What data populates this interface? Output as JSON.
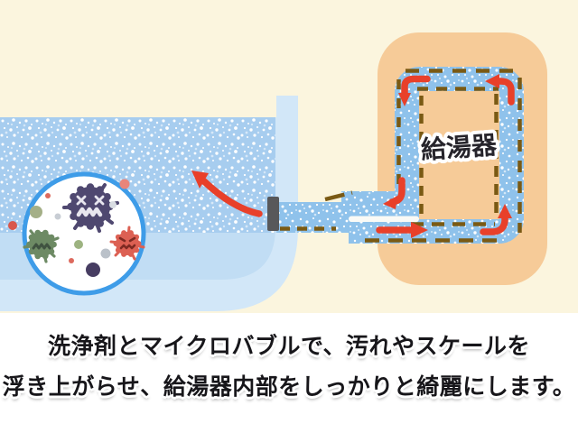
{
  "scene": {
    "heater_label": "給湯器",
    "caption": {
      "line1": "洗浄剤とマイクロバブルで、汚れやスケールを",
      "line2": "浮き上がらせ、給湯器内部をしっかりと綺麗にします。"
    },
    "colors": {
      "background_top": "#FBF5DE",
      "background_bottom": "#FFFFFF",
      "tub_body": "#D2E7F8",
      "water_bubbly": "#A7CDEF",
      "water_calm": "#C1DDF4",
      "pipe_water": "#8FC2EB",
      "heater_body": "#F6CB98",
      "scale_deposits": "#7A5A14",
      "flow_arrows": "#E8402A",
      "magnifier_ring": "#3E9CE8",
      "germ_purple": "#4F4870",
      "germ_green": "#6D8A64",
      "germ_coral": "#DC6053",
      "pipe_fitting": "#58585A"
    }
  }
}
